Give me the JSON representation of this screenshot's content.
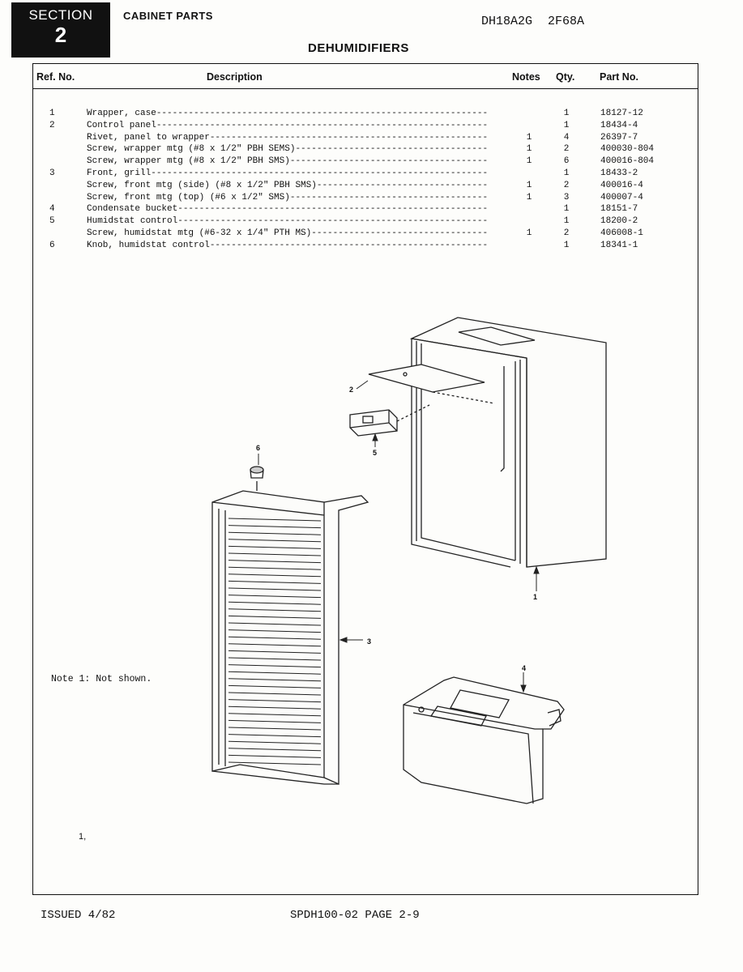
{
  "section": {
    "label": "SECTION",
    "number": "2"
  },
  "category": "CABINET PARTS",
  "models": [
    "DH18A2G",
    "2F68A"
  ],
  "title": "DEHUMIDIFIERS",
  "table": {
    "columns": {
      "ref": "Ref. No.",
      "description": "Description",
      "notes": "Notes",
      "qty": "Qty.",
      "part": "Part No."
    },
    "rows": [
      {
        "ref": "1",
        "description": "Wrapper, case",
        "notes": "",
        "qty": "1",
        "part": "18127-12"
      },
      {
        "ref": "2",
        "description": "Control panel",
        "notes": "",
        "qty": "1",
        "part": "18434-4"
      },
      {
        "ref": "",
        "description": "Rivet, panel to wrapper",
        "notes": "1",
        "qty": "4",
        "part": "26397-7"
      },
      {
        "ref": "",
        "description": "Screw, wrapper mtg (#8 x 1/2\" PBH SEMS)",
        "notes": "1",
        "qty": "2",
        "part": "400030-804"
      },
      {
        "ref": "",
        "description": "Screw, wrapper mtg (#8 x 1/2\" PBH SMS)",
        "notes": "1",
        "qty": "6",
        "part": "400016-804"
      },
      {
        "ref": "3",
        "description": "Front, grill",
        "notes": "",
        "qty": "1",
        "part": "18433-2"
      },
      {
        "ref": "",
        "description": "Screw, front mtg (side) (#8 x 1/2\" PBH SMS)",
        "notes": "1",
        "qty": "2",
        "part": "400016-4"
      },
      {
        "ref": "",
        "description": "Screw, front mtg (top) (#6 x 1/2\" SMS)",
        "notes": "1",
        "qty": "3",
        "part": "400007-4"
      },
      {
        "ref": "4",
        "description": "Condensate bucket",
        "notes": "",
        "qty": "1",
        "part": "18151-7"
      },
      {
        "ref": "5",
        "description": "Humidstat control",
        "notes": "",
        "qty": "1",
        "part": "18200-2"
      },
      {
        "ref": "",
        "description": "Screw, humidstat mtg (#6-32 x 1/4\" PTH MS)",
        "notes": "1",
        "qty": "2",
        "part": "406008-1"
      },
      {
        "ref": "6",
        "description": "Knob, humidstat control",
        "notes": "",
        "qty": "1",
        "part": "18341-1"
      }
    ]
  },
  "diagram": {
    "callouts": [
      "1",
      "2",
      "3",
      "4",
      "5",
      "6"
    ]
  },
  "note": "Note 1:  Not shown.",
  "margin_mark": "1,",
  "footer": {
    "issued": "ISSUED 4/82",
    "page": "SPDH100-02  PAGE 2-9"
  }
}
